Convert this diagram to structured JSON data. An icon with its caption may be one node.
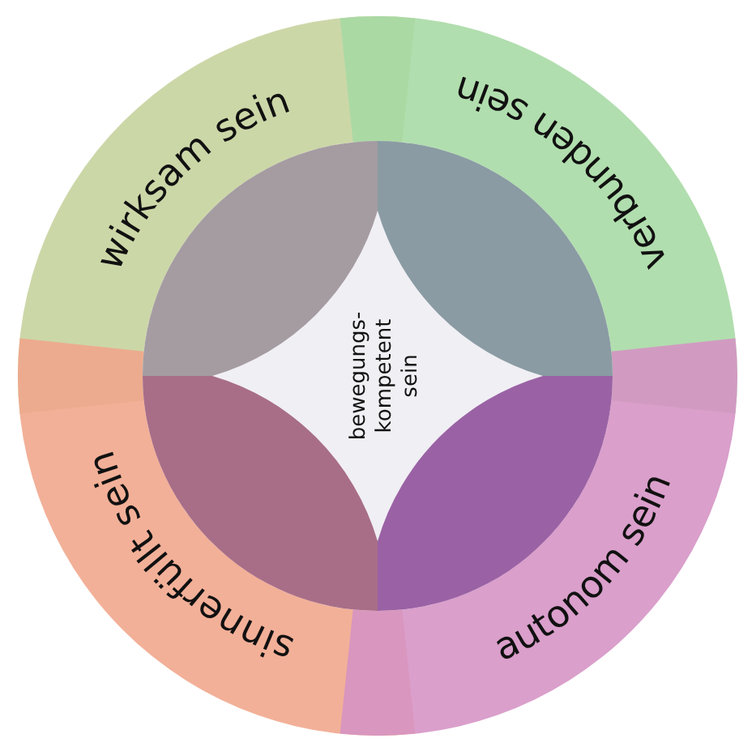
{
  "diagram": {
    "nodes": [
      {
        "text": [
          "wirksam sein"
        ]
      },
      {
        "text": [
          "verbunden sein"
        ]
      },
      {
        "text": [
          "sinnerfüllt sein"
        ]
      },
      {
        "text": [
          "autonom sein"
        ]
      },
      {
        "text": [
          "bewegungs- kompetent sein"
        ]
      }
    ]
  }
}
